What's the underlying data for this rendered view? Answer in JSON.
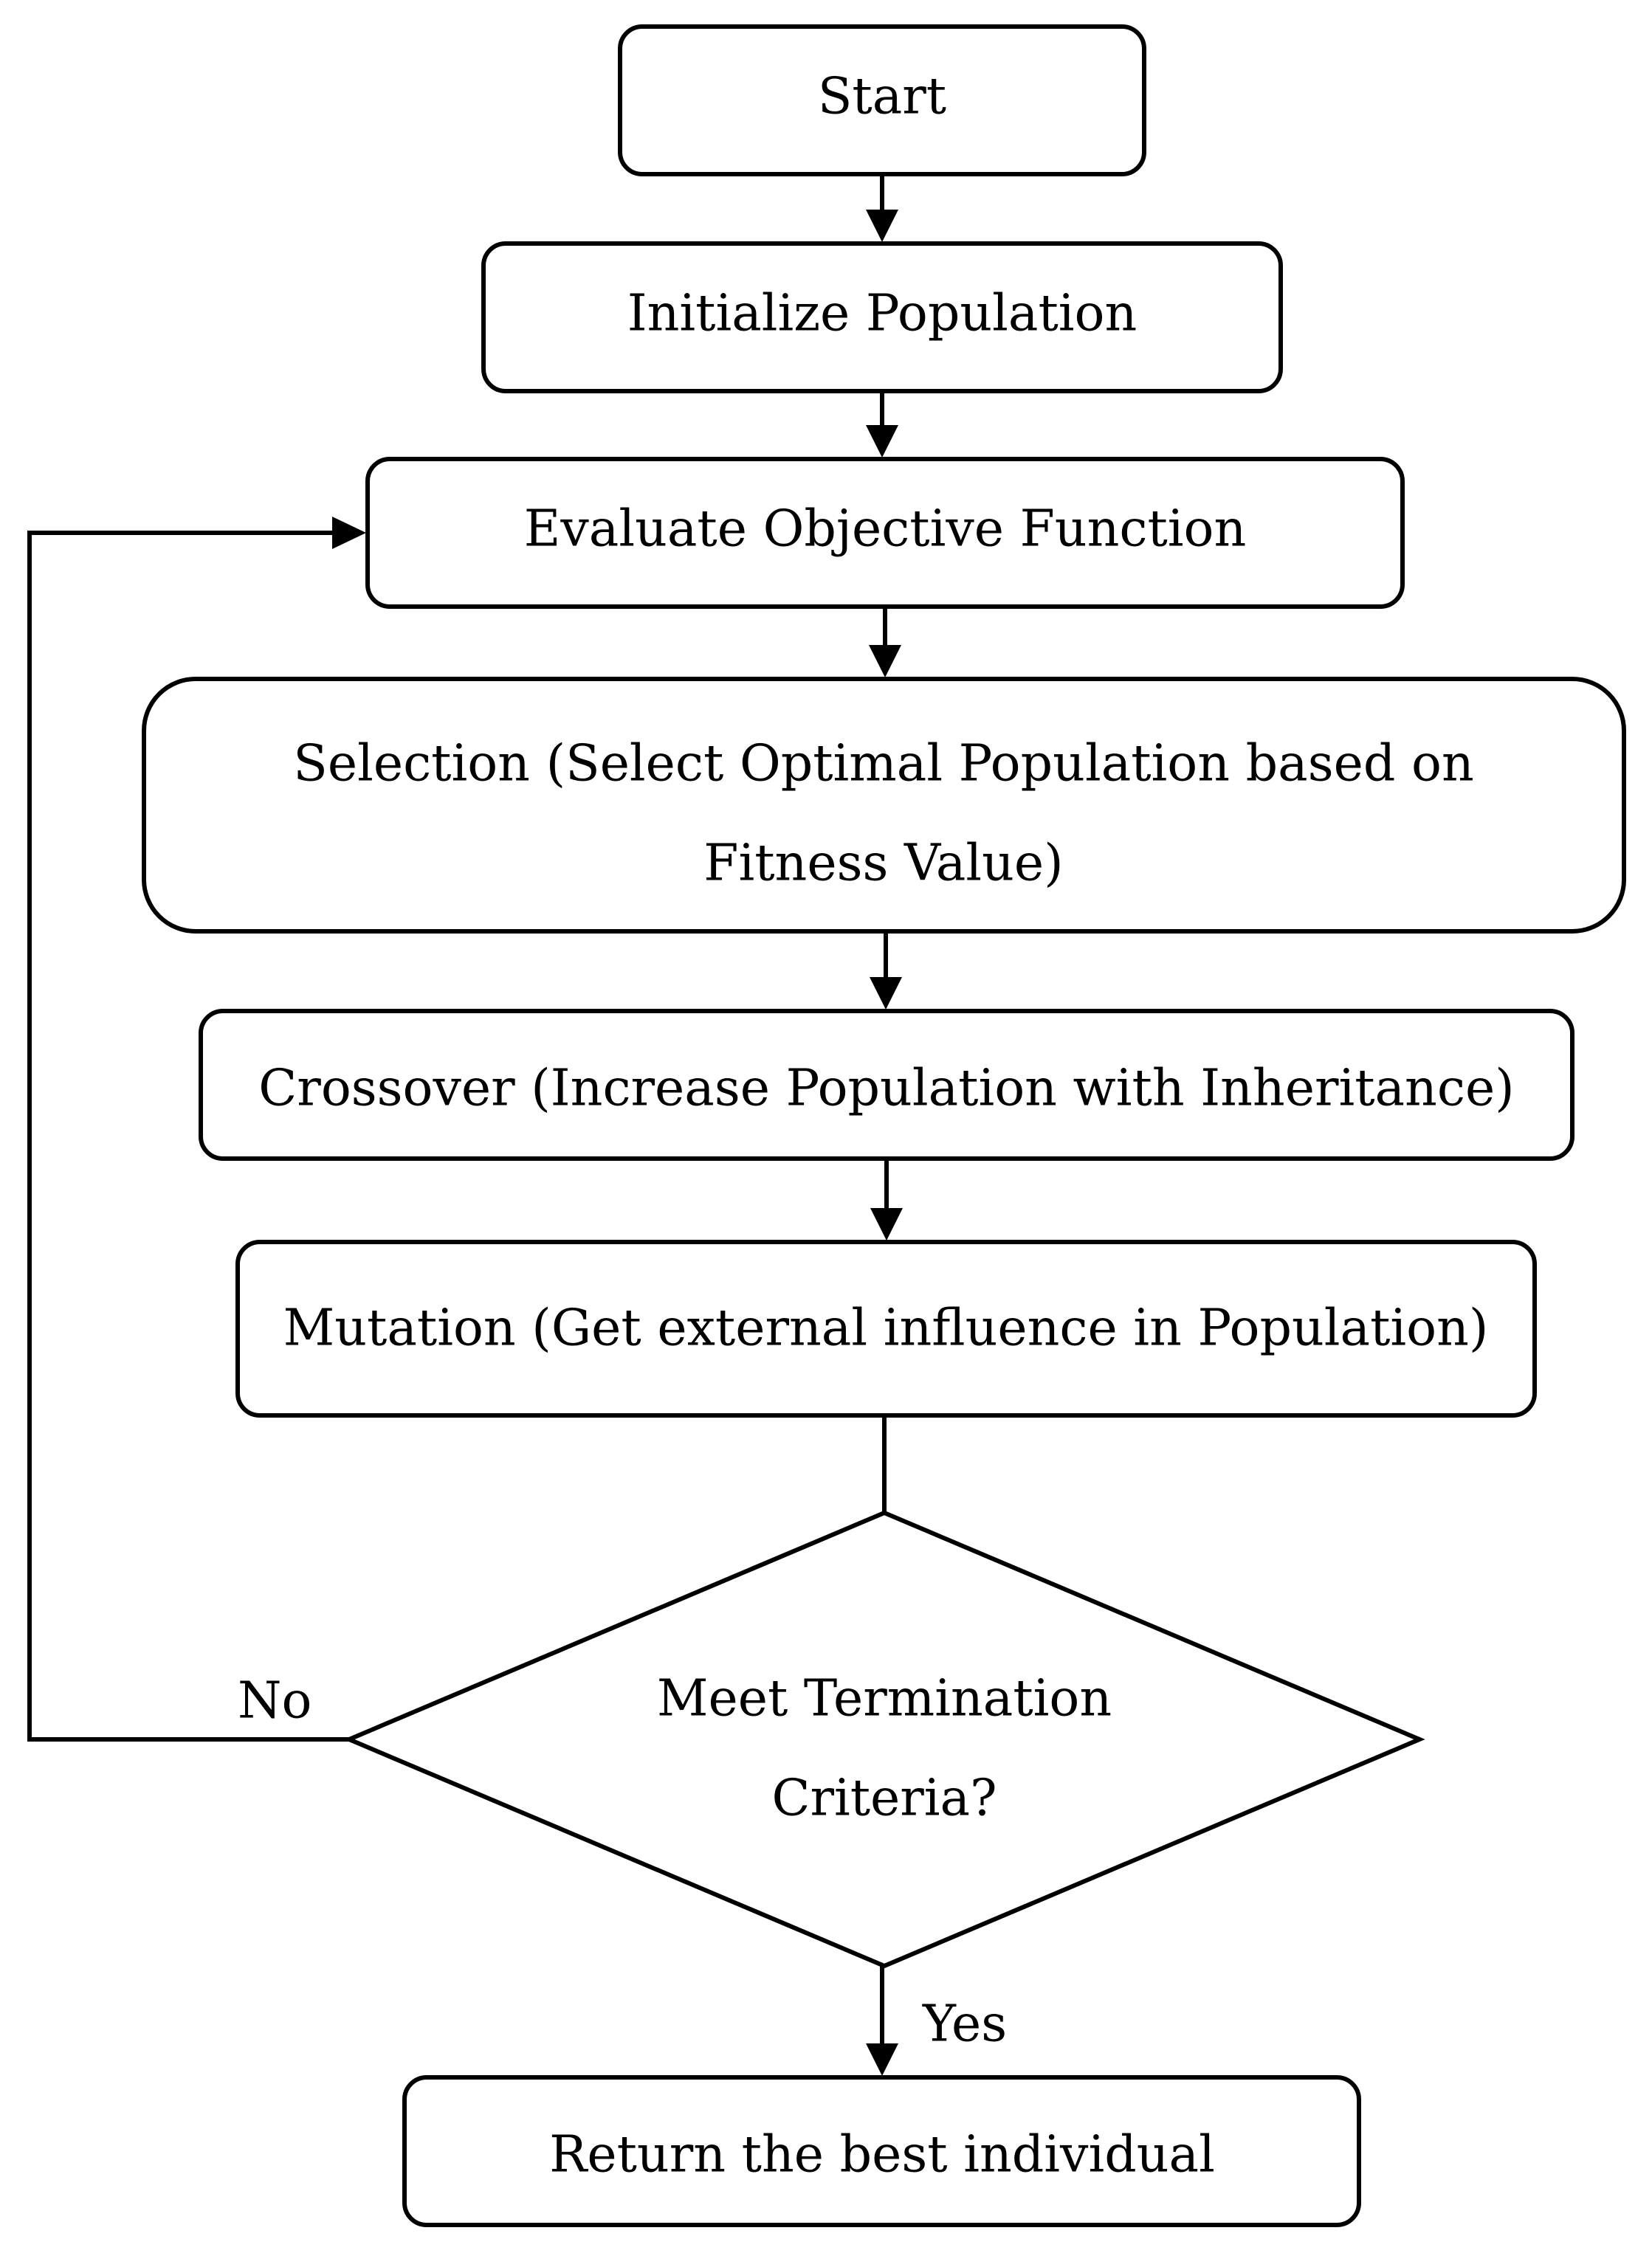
{
  "steps": {
    "start": "Start",
    "initialize": "Initialize Population",
    "evaluate": "Evaluate Objective Function",
    "selection_line1": "Selection (Select Optimal Population based on",
    "selection_line2": "Fitness Value)",
    "crossover": "Crossover (Increase Population with Inheritance)",
    "mutation": "Mutation (Get external influence in Population)",
    "decision_line1": "Meet Termination",
    "decision_line2": "Criteria?",
    "result": "Return the best individual"
  },
  "branches": {
    "no": "No",
    "yes": "Yes"
  }
}
